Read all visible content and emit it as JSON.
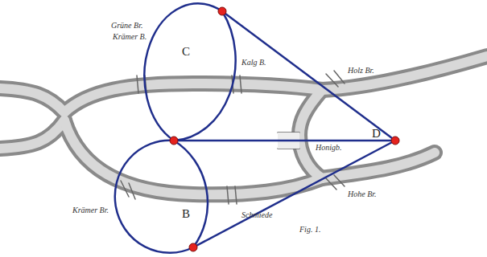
{
  "diagram": {
    "labels": [
      "C",
      "B",
      "D",
      "Grüne Br.",
      "Krämer B.",
      "Kalg B.",
      "Holz Br.",
      "Honigb.",
      "Hohe Br.",
      "Krämer Br.",
      "Schmiede",
      "Fig. 1."
    ]
  }
}
